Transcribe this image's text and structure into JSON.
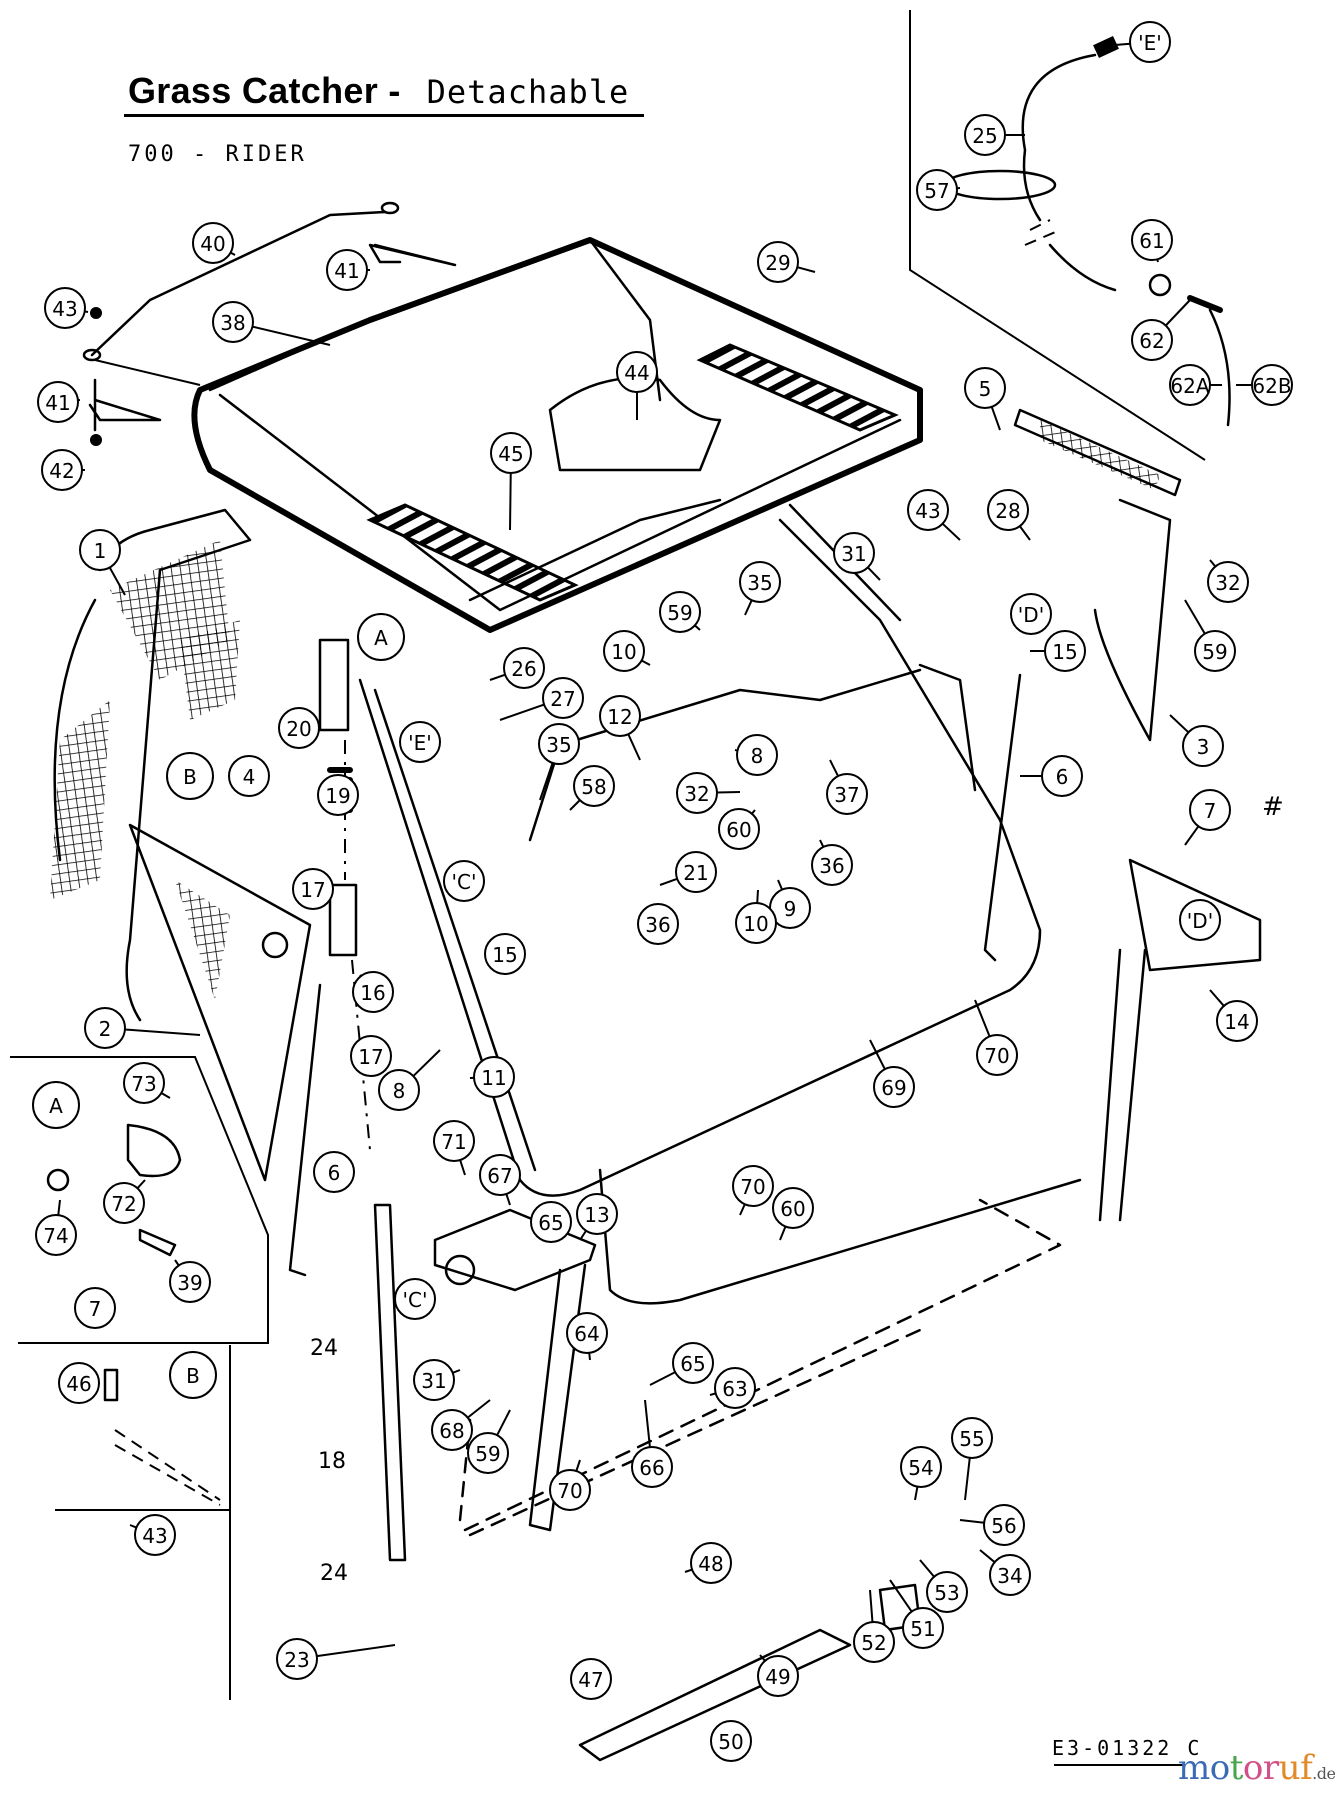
{
  "header": {
    "title": "Grass Catcher -",
    "subtitle": "Detachable",
    "model": "700 - RIDER"
  },
  "footer": {
    "drawing_number": "E3-01322 C",
    "watermark": {
      "letters": [
        {
          "char": "m",
          "color": "#3b6bb3"
        },
        {
          "char": "o",
          "color": "#3b6bb3"
        },
        {
          "char": "t",
          "color": "#4aa64a"
        },
        {
          "char": "o",
          "color": "#d24f8a"
        },
        {
          "char": "r",
          "color": "#d24f8a"
        },
        {
          "char": "u",
          "color": "#e08a2a"
        },
        {
          "char": "f",
          "color": "#e08a2a"
        }
      ],
      "tld": ".de"
    }
  },
  "detail_markers": {
    "A": "A",
    "B": "B",
    "C": "'C'",
    "D": "'D'",
    "E": "'E'",
    "hash_note": "#"
  },
  "callouts": [
    {
      "id": "c-e-top",
      "label": "'E'"
    },
    {
      "id": "c-25",
      "label": "25"
    },
    {
      "id": "c-57",
      "label": "57"
    },
    {
      "id": "c-61",
      "label": "61"
    },
    {
      "id": "c-62",
      "label": "62"
    },
    {
      "id": "c-62a",
      "label": "62A"
    },
    {
      "id": "c-62b",
      "label": "62B"
    },
    {
      "id": "c-40",
      "label": "40"
    },
    {
      "id": "c-41a",
      "label": "41"
    },
    {
      "id": "c-43a",
      "label": "43"
    },
    {
      "id": "c-38",
      "label": "38"
    },
    {
      "id": "c-29",
      "label": "29"
    },
    {
      "id": "c-44",
      "label": "44"
    },
    {
      "id": "c-41b",
      "label": "41"
    },
    {
      "id": "c-42",
      "label": "42"
    },
    {
      "id": "c-45",
      "label": "45"
    },
    {
      "id": "c-5",
      "label": "5"
    },
    {
      "id": "c-43b",
      "label": "43"
    },
    {
      "id": "c-28",
      "label": "28"
    },
    {
      "id": "c-31a",
      "label": "31"
    },
    {
      "id": "c-32a",
      "label": "32"
    },
    {
      "id": "c-1",
      "label": "1"
    },
    {
      "id": "c-d1",
      "label": "'D'"
    },
    {
      "id": "c-59a",
      "label": "59"
    },
    {
      "id": "c-35a",
      "label": "35"
    },
    {
      "id": "c-59b",
      "label": "59"
    },
    {
      "id": "c-15a",
      "label": "15"
    },
    {
      "id": "c-10a",
      "label": "10"
    },
    {
      "id": "c-a-main",
      "label": "A"
    },
    {
      "id": "c-26",
      "label": "26"
    },
    {
      "id": "c-20",
      "label": "20"
    },
    {
      "id": "c-27",
      "label": "27"
    },
    {
      "id": "c-e-mid",
      "label": "'E'"
    },
    {
      "id": "c-12",
      "label": "12"
    },
    {
      "id": "c-3",
      "label": "3"
    },
    {
      "id": "c-4",
      "label": "4"
    },
    {
      "id": "c-b-main",
      "label": "B"
    },
    {
      "id": "c-35b",
      "label": "35"
    },
    {
      "id": "c-8a",
      "label": "8"
    },
    {
      "id": "c-6a",
      "label": "6"
    },
    {
      "id": "c-19",
      "label": "19"
    },
    {
      "id": "c-58",
      "label": "58"
    },
    {
      "id": "c-32b",
      "label": "32"
    },
    {
      "id": "c-37",
      "label": "37"
    },
    {
      "id": "c-60a",
      "label": "60"
    },
    {
      "id": "c-7a",
      "label": "7"
    },
    {
      "id": "c-36a",
      "label": "36"
    },
    {
      "id": "c-17a",
      "label": "17"
    },
    {
      "id": "c-c1",
      "label": "'C'"
    },
    {
      "id": "c-21",
      "label": "21"
    },
    {
      "id": "c-9",
      "label": "9"
    },
    {
      "id": "c-d2",
      "label": "'D'"
    },
    {
      "id": "c-15b",
      "label": "15"
    },
    {
      "id": "c-36b",
      "label": "36"
    },
    {
      "id": "c-10b",
      "label": "10"
    },
    {
      "id": "c-16",
      "label": "16"
    },
    {
      "id": "c-14",
      "label": "14"
    },
    {
      "id": "c-2",
      "label": "2"
    },
    {
      "id": "c-70a",
      "label": "70"
    },
    {
      "id": "c-17b",
      "label": "17"
    },
    {
      "id": "c-8b",
      "label": "8"
    },
    {
      "id": "c-11",
      "label": "11"
    },
    {
      "id": "c-69",
      "label": "69"
    },
    {
      "id": "c-73",
      "label": "73"
    },
    {
      "id": "c-a-detail",
      "label": "A"
    },
    {
      "id": "c-71",
      "label": "71"
    },
    {
      "id": "c-6b",
      "label": "6"
    },
    {
      "id": "c-74",
      "label": "74"
    },
    {
      "id": "c-72",
      "label": "72"
    },
    {
      "id": "c-67",
      "label": "67"
    },
    {
      "id": "c-65a",
      "label": "65"
    },
    {
      "id": "c-13",
      "label": "13"
    },
    {
      "id": "c-70b",
      "label": "70"
    },
    {
      "id": "c-60b",
      "label": "60"
    },
    {
      "id": "c-7b",
      "label": "7"
    },
    {
      "id": "c-39",
      "label": "39"
    },
    {
      "id": "c-c2",
      "label": "'C'"
    },
    {
      "id": "c-46",
      "label": "46"
    },
    {
      "id": "c-b-detail",
      "label": "B"
    },
    {
      "id": "c-31b",
      "label": "31"
    },
    {
      "id": "c-64",
      "label": "64"
    },
    {
      "id": "c-65b",
      "label": "65"
    },
    {
      "id": "c-63",
      "label": "63"
    },
    {
      "id": "c-68",
      "label": "68"
    },
    {
      "id": "c-59c",
      "label": "59"
    },
    {
      "id": "c-66",
      "label": "66"
    },
    {
      "id": "c-70c",
      "label": "70"
    },
    {
      "id": "c-43c",
      "label": "43"
    },
    {
      "id": "c-55",
      "label": "55"
    },
    {
      "id": "c-54",
      "label": "54"
    },
    {
      "id": "c-56",
      "label": "56"
    },
    {
      "id": "c-48",
      "label": "48"
    },
    {
      "id": "c-34",
      "label": "34"
    },
    {
      "id": "c-53",
      "label": "53"
    },
    {
      "id": "c-52",
      "label": "52"
    },
    {
      "id": "c-51",
      "label": "51"
    },
    {
      "id": "c-23",
      "label": "23"
    },
    {
      "id": "c-47",
      "label": "47"
    },
    {
      "id": "c-49",
      "label": "49"
    },
    {
      "id": "c-50",
      "label": "50"
    }
  ],
  "plain_labels": [
    {
      "id": "p-24a",
      "label": "24"
    },
    {
      "id": "p-18",
      "label": "18"
    },
    {
      "id": "p-24b",
      "label": "24"
    }
  ]
}
